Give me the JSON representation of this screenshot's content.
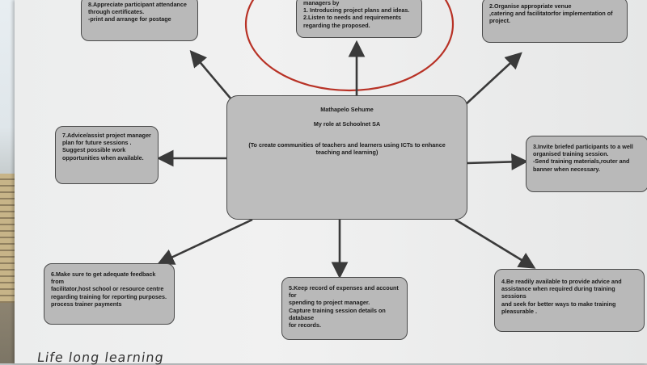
{
  "center": {
    "name": "Mathapelo Sehume",
    "role": "My role at Schoolnet  SA",
    "mission": "(To create communities of teachers and learners using ICTs to enhance teaching and learning)"
  },
  "boxes": {
    "b1": "managers by\n1. Introducing project plans and ideas.\n2.Listen to needs and requirements\nregarding the proposed.",
    "b2": "2.Organise appropriate  venue\n,catering and facilitatorfor implementation of\nproject.",
    "b3": "3.Invite briefed participants to a well\norganised  training session.\n-Send training materials,router and\nbanner when necessary.",
    "b4": "4.Be readily available to provide advice and\nassistance when required during training sessions\nand seek for better ways to make training\npleasurable .",
    "b5": "5.Keep record of expenses  and account for\nspending to project manager.\nCapture training session details on database\nfor records.",
    "b6": "6.Make sure to get adequate feedback from\nfacilitator,host school or resource centre\nregarding training for reporting purposes.\nprocess trainer payments",
    "b7": "7.Advice/assist project manager\nplan for future sessions .\nSuggest possible work\nopportunities when available.",
    "b8": "8.Appreciate participant attendance\nthrough certificates.\n-print and arrange for postage"
  },
  "handwriting": "Life long learning",
  "colors": {
    "box_fill": "#b9b9b9",
    "paper": "#eeeeee",
    "arrow": "#3a3a3a",
    "red_circle": "#b83226"
  }
}
